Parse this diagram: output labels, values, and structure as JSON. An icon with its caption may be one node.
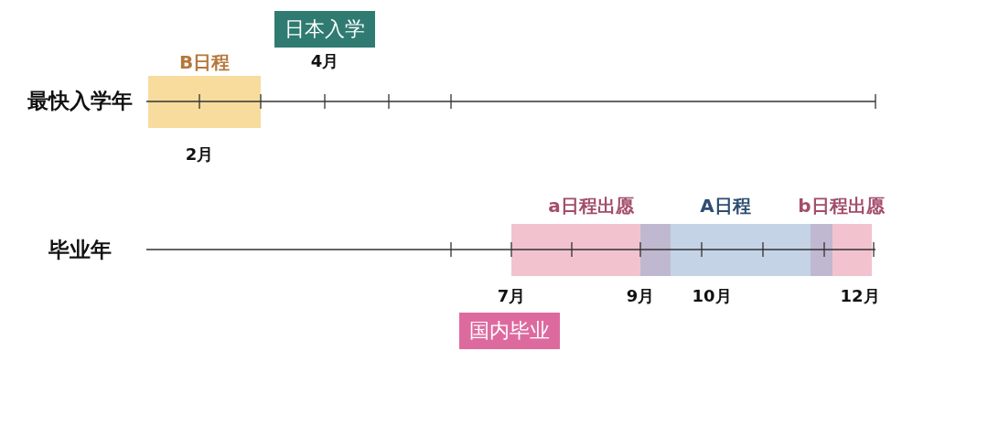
{
  "diagram": {
    "nodes": [
      {
        "text": [
          "B日程"
        ]
      },
      {
        "text": [
          "日本入学"
        ]
      },
      {
        "text": [
          "a日程出愿"
        ]
      },
      {
        "text": [
          "A日程"
        ]
      },
      {
        "text": [
          "b日程出愿"
        ]
      },
      {
        "text": [
          "国内毕业"
        ]
      }
    ],
    "labels": [
      "4月",
      "最快入学年",
      "2月",
      "毕业年",
      "7月",
      "9月",
      "10月",
      "12月"
    ]
  }
}
